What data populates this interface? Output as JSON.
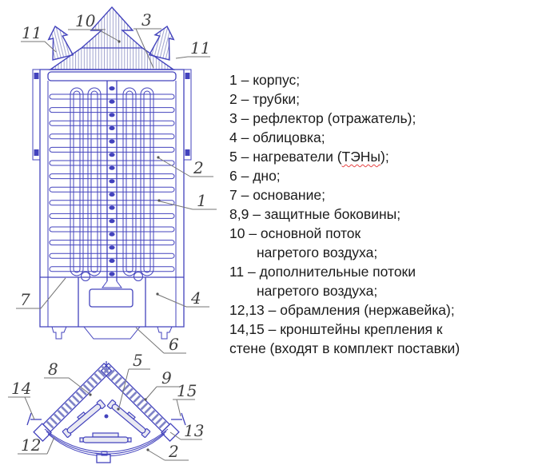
{
  "colors": {
    "drawing_line": "#4343bd",
    "hatch": "#969ac9",
    "band_hatch": "#7b80c4",
    "callout_text": "#3f3f3f",
    "leader_line": "#757575",
    "legend_text": "#1b1b1b",
    "spellcheck_underline": "#e64545",
    "background": "#ffffff"
  },
  "legend": {
    "items": [
      {
        "text": "1 – корпус;"
      },
      {
        "text": "2 – трубки;"
      },
      {
        "text": "3 – рефлектор (отражатель);"
      },
      {
        "text": "4 – облицовка;"
      },
      {
        "prefix": "5 – нагреватели (",
        "highlight": "ТЭНы",
        "suffix": ");"
      },
      {
        "text": "6 – дно;"
      },
      {
        "text": "7 – основание;"
      },
      {
        "text": "8,9 – защитные боковины;"
      },
      {
        "text": "10 – основной поток"
      },
      {
        "text": "нагретого воздуха;"
      },
      {
        "text": "11 – дополнительные потоки"
      },
      {
        "text": "нагретого воздуха;"
      },
      {
        "text": "12,13 – обрамления (нержавейка);"
      },
      {
        "text": "14,15 – кронштейны крепления к"
      },
      {
        "text": "стене (входят в комплект поставки)"
      }
    ]
  },
  "callouts": {
    "front": [
      "11",
      "10",
      "3",
      "11",
      "2",
      "1",
      "7",
      "4",
      "6"
    ],
    "corner": [
      "8",
      "5",
      "9",
      "14",
      "15",
      "12",
      "13",
      "2"
    ]
  }
}
